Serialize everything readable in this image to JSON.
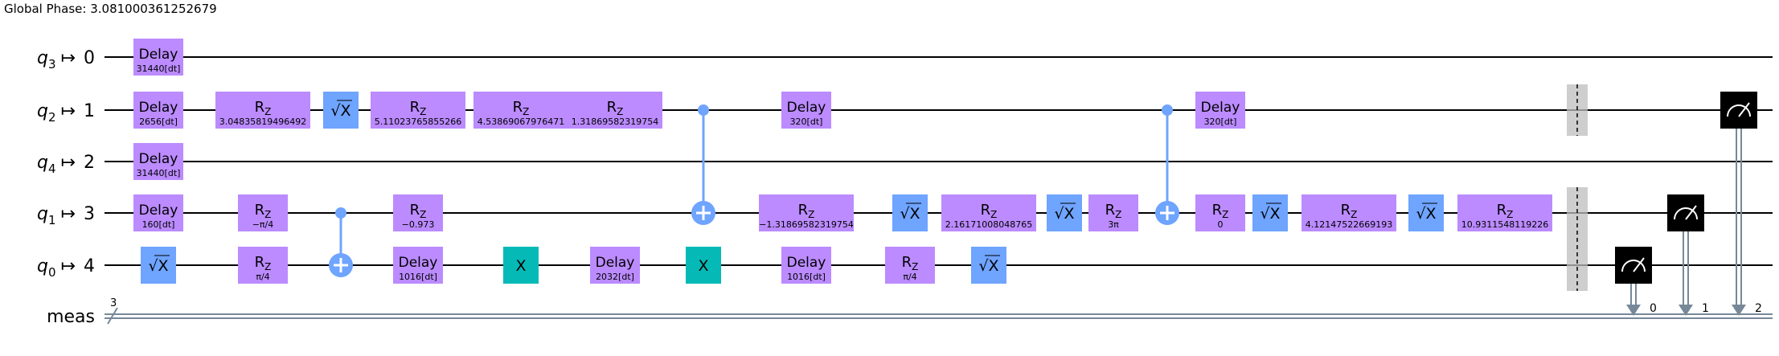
{
  "global_phase": "Global Phase: 3.081000361252679",
  "colors": {
    "rz": "#bb8bff",
    "delay": "#bb8bff",
    "sx": "#6fa4ff",
    "x": "#05bab6",
    "cx": "#6fa4ff",
    "measure": "#000000",
    "barrier": "#bdbdbd",
    "wire": "#000000",
    "classical": "#778899"
  },
  "wires": [
    {
      "qubit": "q",
      "sub": "3",
      "arrow": "↦",
      "index": "0"
    },
    {
      "qubit": "q",
      "sub": "2",
      "arrow": "↦",
      "index": "1"
    },
    {
      "qubit": "q",
      "sub": "4",
      "arrow": "↦",
      "index": "2"
    },
    {
      "qubit": "q",
      "sub": "1",
      "arrow": "↦",
      "index": "3"
    },
    {
      "qubit": "q",
      "sub": "0",
      "arrow": "↦",
      "index": "4"
    }
  ],
  "classical": {
    "name": "meas",
    "size": "3",
    "bits": [
      "0",
      "1",
      "2"
    ]
  },
  "gates": [
    {
      "type": "delay",
      "wire": 0,
      "col": 0,
      "label": "Delay",
      "param": "31440[dt]"
    },
    {
      "type": "delay",
      "wire": 1,
      "col": 0,
      "label": "Delay",
      "param": "2656[dt]"
    },
    {
      "type": "delay",
      "wire": 2,
      "col": 0,
      "label": "Delay",
      "param": "31440[dt]"
    },
    {
      "type": "delay",
      "wire": 3,
      "col": 0,
      "label": "Delay",
      "param": "160[dt]"
    },
    {
      "type": "sx",
      "wire": 4,
      "col": 0,
      "label": "√X"
    },
    {
      "type": "rz",
      "wire": 1,
      "col": 1,
      "wide": true,
      "label": "R",
      "sub": "Z",
      "param": "3.04835819496492"
    },
    {
      "type": "rz",
      "wire": 3,
      "col": 1,
      "label": "R",
      "sub": "Z",
      "param": "−π/4"
    },
    {
      "type": "rz",
      "wire": 4,
      "col": 1,
      "label": "R",
      "sub": "Z",
      "param": "π/4"
    },
    {
      "type": "sx",
      "wire": 1,
      "col": 2,
      "label": "√X"
    },
    {
      "type": "cx",
      "ctrl": 3,
      "tgt": 4,
      "col": 2
    },
    {
      "type": "rz",
      "wire": 1,
      "col": 3,
      "wide": true,
      "label": "R",
      "sub": "Z",
      "param": "5.11023765855266"
    },
    {
      "type": "rz",
      "wire": 3,
      "col": 3,
      "label": "R",
      "sub": "Z",
      "param": "−0.973"
    },
    {
      "type": "delay",
      "wire": 4,
      "col": 3,
      "label": "Delay",
      "param": "1016[dt]"
    },
    {
      "type": "rz",
      "wire": 1,
      "col": 4,
      "wide": true,
      "label": "R",
      "sub": "Z",
      "param": "4.53869067976471"
    },
    {
      "type": "x",
      "wire": 4,
      "col": 4,
      "label": "X"
    },
    {
      "type": "rz",
      "wire": 1,
      "col": 5,
      "wide": true,
      "label": "R",
      "sub": "Z",
      "param": "1.31869582319754"
    },
    {
      "type": "delay",
      "wire": 4,
      "col": 5,
      "label": "Delay",
      "param": "2032[dt]"
    },
    {
      "type": "cx",
      "ctrl": 1,
      "tgt": 3,
      "col": 6
    },
    {
      "type": "x",
      "wire": 4,
      "col": 6,
      "label": "X"
    },
    {
      "type": "delay",
      "wire": 1,
      "col": 7,
      "label": "Delay",
      "param": "320[dt]"
    },
    {
      "type": "rz",
      "wire": 3,
      "col": 7,
      "wide": true,
      "label": "R",
      "sub": "Z",
      "param": "−1.31869582319754"
    },
    {
      "type": "delay",
      "wire": 4,
      "col": 7,
      "label": "Delay",
      "param": "1016[dt]"
    },
    {
      "type": "sx",
      "wire": 3,
      "col": 8,
      "label": "√X"
    },
    {
      "type": "rz",
      "wire": 4,
      "col": 8,
      "label": "R",
      "sub": "Z",
      "param": "π/4"
    },
    {
      "type": "rz",
      "wire": 3,
      "col": 9,
      "wide": true,
      "label": "R",
      "sub": "Z",
      "param": "2.16171008048765"
    },
    {
      "type": "sx",
      "wire": 4,
      "col": 9,
      "label": "√X"
    },
    {
      "type": "sx",
      "wire": 3,
      "col": 10,
      "label": "√X"
    },
    {
      "type": "rz",
      "wire": 3,
      "col": 11,
      "label": "R",
      "sub": "Z",
      "param": "3π"
    },
    {
      "type": "cx",
      "ctrl": 1,
      "tgt": 3,
      "col": 12
    },
    {
      "type": "delay",
      "wire": 1,
      "col": 13,
      "label": "Delay",
      "param": "320[dt]"
    },
    {
      "type": "rz",
      "wire": 3,
      "col": 13,
      "label": "R",
      "sub": "Z",
      "param": "0"
    },
    {
      "type": "sx",
      "wire": 3,
      "col": 14,
      "label": "√X"
    },
    {
      "type": "rz",
      "wire": 3,
      "col": 15,
      "wide": true,
      "label": "R",
      "sub": "Z",
      "param": "4.12147522669193"
    },
    {
      "type": "sx",
      "wire": 3,
      "col": 16,
      "label": "√X"
    },
    {
      "type": "rz",
      "wire": 3,
      "col": 17,
      "wide": true,
      "label": "R",
      "sub": "Z",
      "param": "10.9311548119226"
    }
  ],
  "barriers": [
    {
      "col": 18,
      "wires": [
        1
      ]
    },
    {
      "col": 18,
      "wires": [
        3,
        4
      ]
    }
  ],
  "measures": [
    {
      "wire": 4,
      "col": 19,
      "bit": 0
    },
    {
      "wire": 3,
      "col": 20,
      "bit": 1
    },
    {
      "wire": 1,
      "col": 21,
      "bit": 2
    }
  ]
}
